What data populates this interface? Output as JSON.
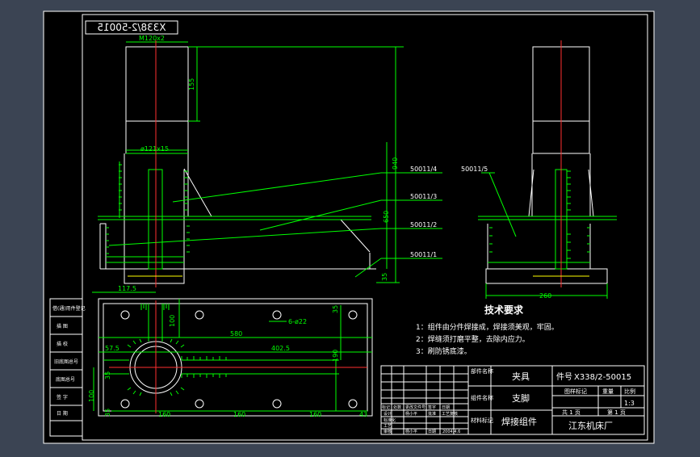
{
  "drawing": {
    "number_mirrored": "X338/2-50015",
    "dimensions": {
      "m120": "M120x2",
      "d155": "155",
      "d121": "ø121x15",
      "d940": "940",
      "d650": "650",
      "d35": "35",
      "d260": "260",
      "d117": "117.5",
      "d100a": "100",
      "d35b": "35",
      "d580": "580",
      "d57": "57.5",
      "d402": "402.5",
      "d190": "190",
      "d35c": "35",
      "d100b": "100",
      "d35d": "35",
      "d160a": "160",
      "d160b": "160",
      "d160c": "160",
      "d43": "43",
      "hole": "6-ø22"
    },
    "part_callouts": [
      "50011/4",
      "50011/3",
      "50011/2",
      "50011/1",
      "50011/5"
    ]
  },
  "tech": {
    "title": "技术要求",
    "items": [
      "1：组件由分件焊接成，焊接须美观，牢固。",
      "2：焊缝须打磨平整，去除内应力。",
      "3：刷防锈底漆。"
    ]
  },
  "left_strip": [
    "借(通)用件登记",
    "描    图",
    "描    校",
    "旧底图总号",
    "底图总号",
    "签    字",
    "日    期"
  ],
  "title_block": {
    "label_part": "部件名称",
    "part": "夹具",
    "label_comp": "组件名称",
    "comp": "支脚",
    "label_material": "材料标记",
    "material": "焊接组件",
    "label_number": "件号",
    "number": "X338/2-50015",
    "h_stage": "图样标记",
    "h_weight": "重量",
    "h_scale": "比例",
    "scale": "1:3",
    "total": "共  1  页",
    "sheet": "第  1  页",
    "company": "江东机床厂",
    "rev_labels": [
      "标记",
      "处数",
      "更改文件号",
      "签字",
      "日期"
    ],
    "sig_labels": [
      "设计",
      "标准化",
      "工艺",
      "审核",
      "批准"
    ],
    "sig_names": [
      "杨小平",
      "",
      "工艺复核",
      "",
      "杨小平"
    ],
    "date_label": "日期",
    "date": "2004.4.6"
  }
}
